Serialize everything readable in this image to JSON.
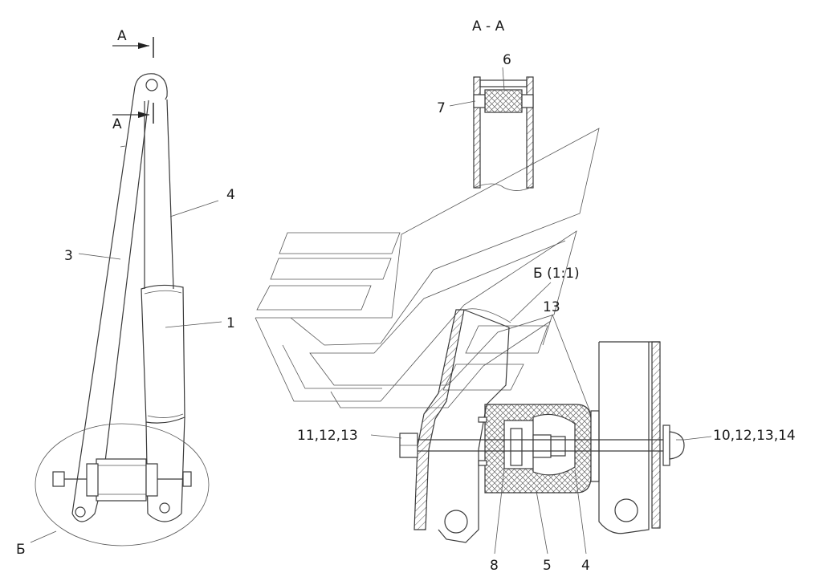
{
  "labels": {
    "section_a_top": "А",
    "section_a_bottom": "А",
    "section_title": "А - А",
    "detail_title": "Б (1:1)",
    "detail_marker": "Б",
    "p1": "1",
    "p3": "3",
    "p4_left": "4",
    "p6": "6",
    "p7": "7",
    "p13": "13",
    "left_fastener": "11,12,13",
    "right_fastener": "10,12,13,14",
    "p8": "8",
    "p5": "5",
    "p4_bottom": "4"
  }
}
